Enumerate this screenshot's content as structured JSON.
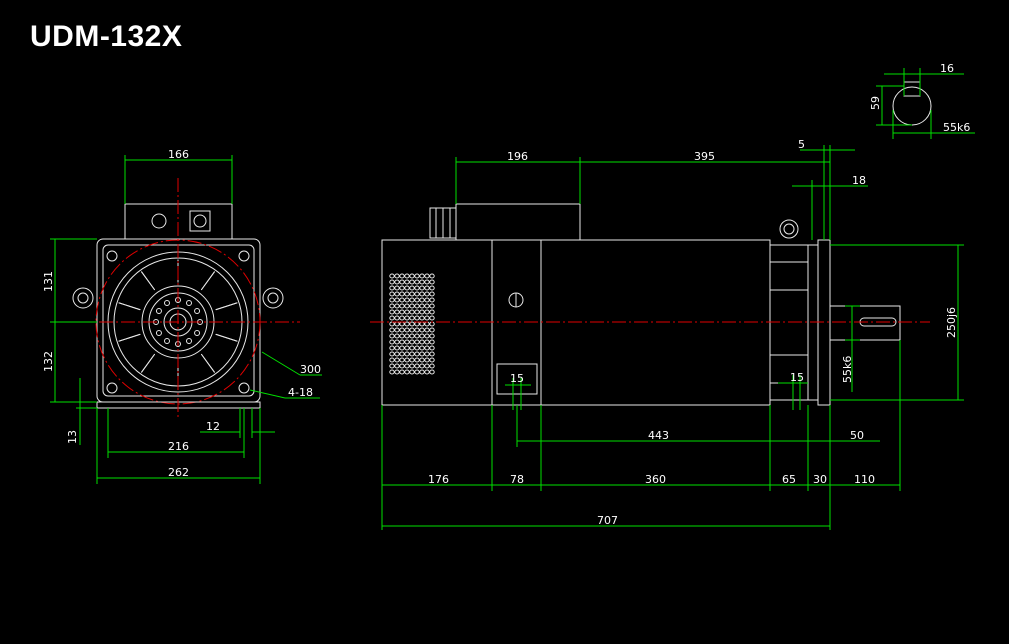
{
  "title": "UDM-132X",
  "front_view": {
    "dims": {
      "width_top": "166",
      "height_upper": "131",
      "height_lower": "132",
      "foot_thickness": "13",
      "bolt_spacing": "216",
      "base_width": "262",
      "foot_offset": "12",
      "flange_dia": "300",
      "holes": "4-18"
    }
  },
  "side_view": {
    "dims": {
      "top_left": "196",
      "top_right": "395",
      "top_small": "5",
      "top_step": "18",
      "slot_left": "15",
      "slot_right": "15",
      "mid_span": "443",
      "mid_right": "50",
      "seg1": "176",
      "seg2": "78",
      "seg3": "360",
      "seg4": "65",
      "seg5": "30",
      "seg6": "110",
      "total": "707",
      "shaft": "55k6",
      "spigot": "250j6"
    }
  },
  "shaft_detail": {
    "dims": {
      "key_width": "16",
      "key_height": "59",
      "shaft": "55k6"
    }
  }
}
